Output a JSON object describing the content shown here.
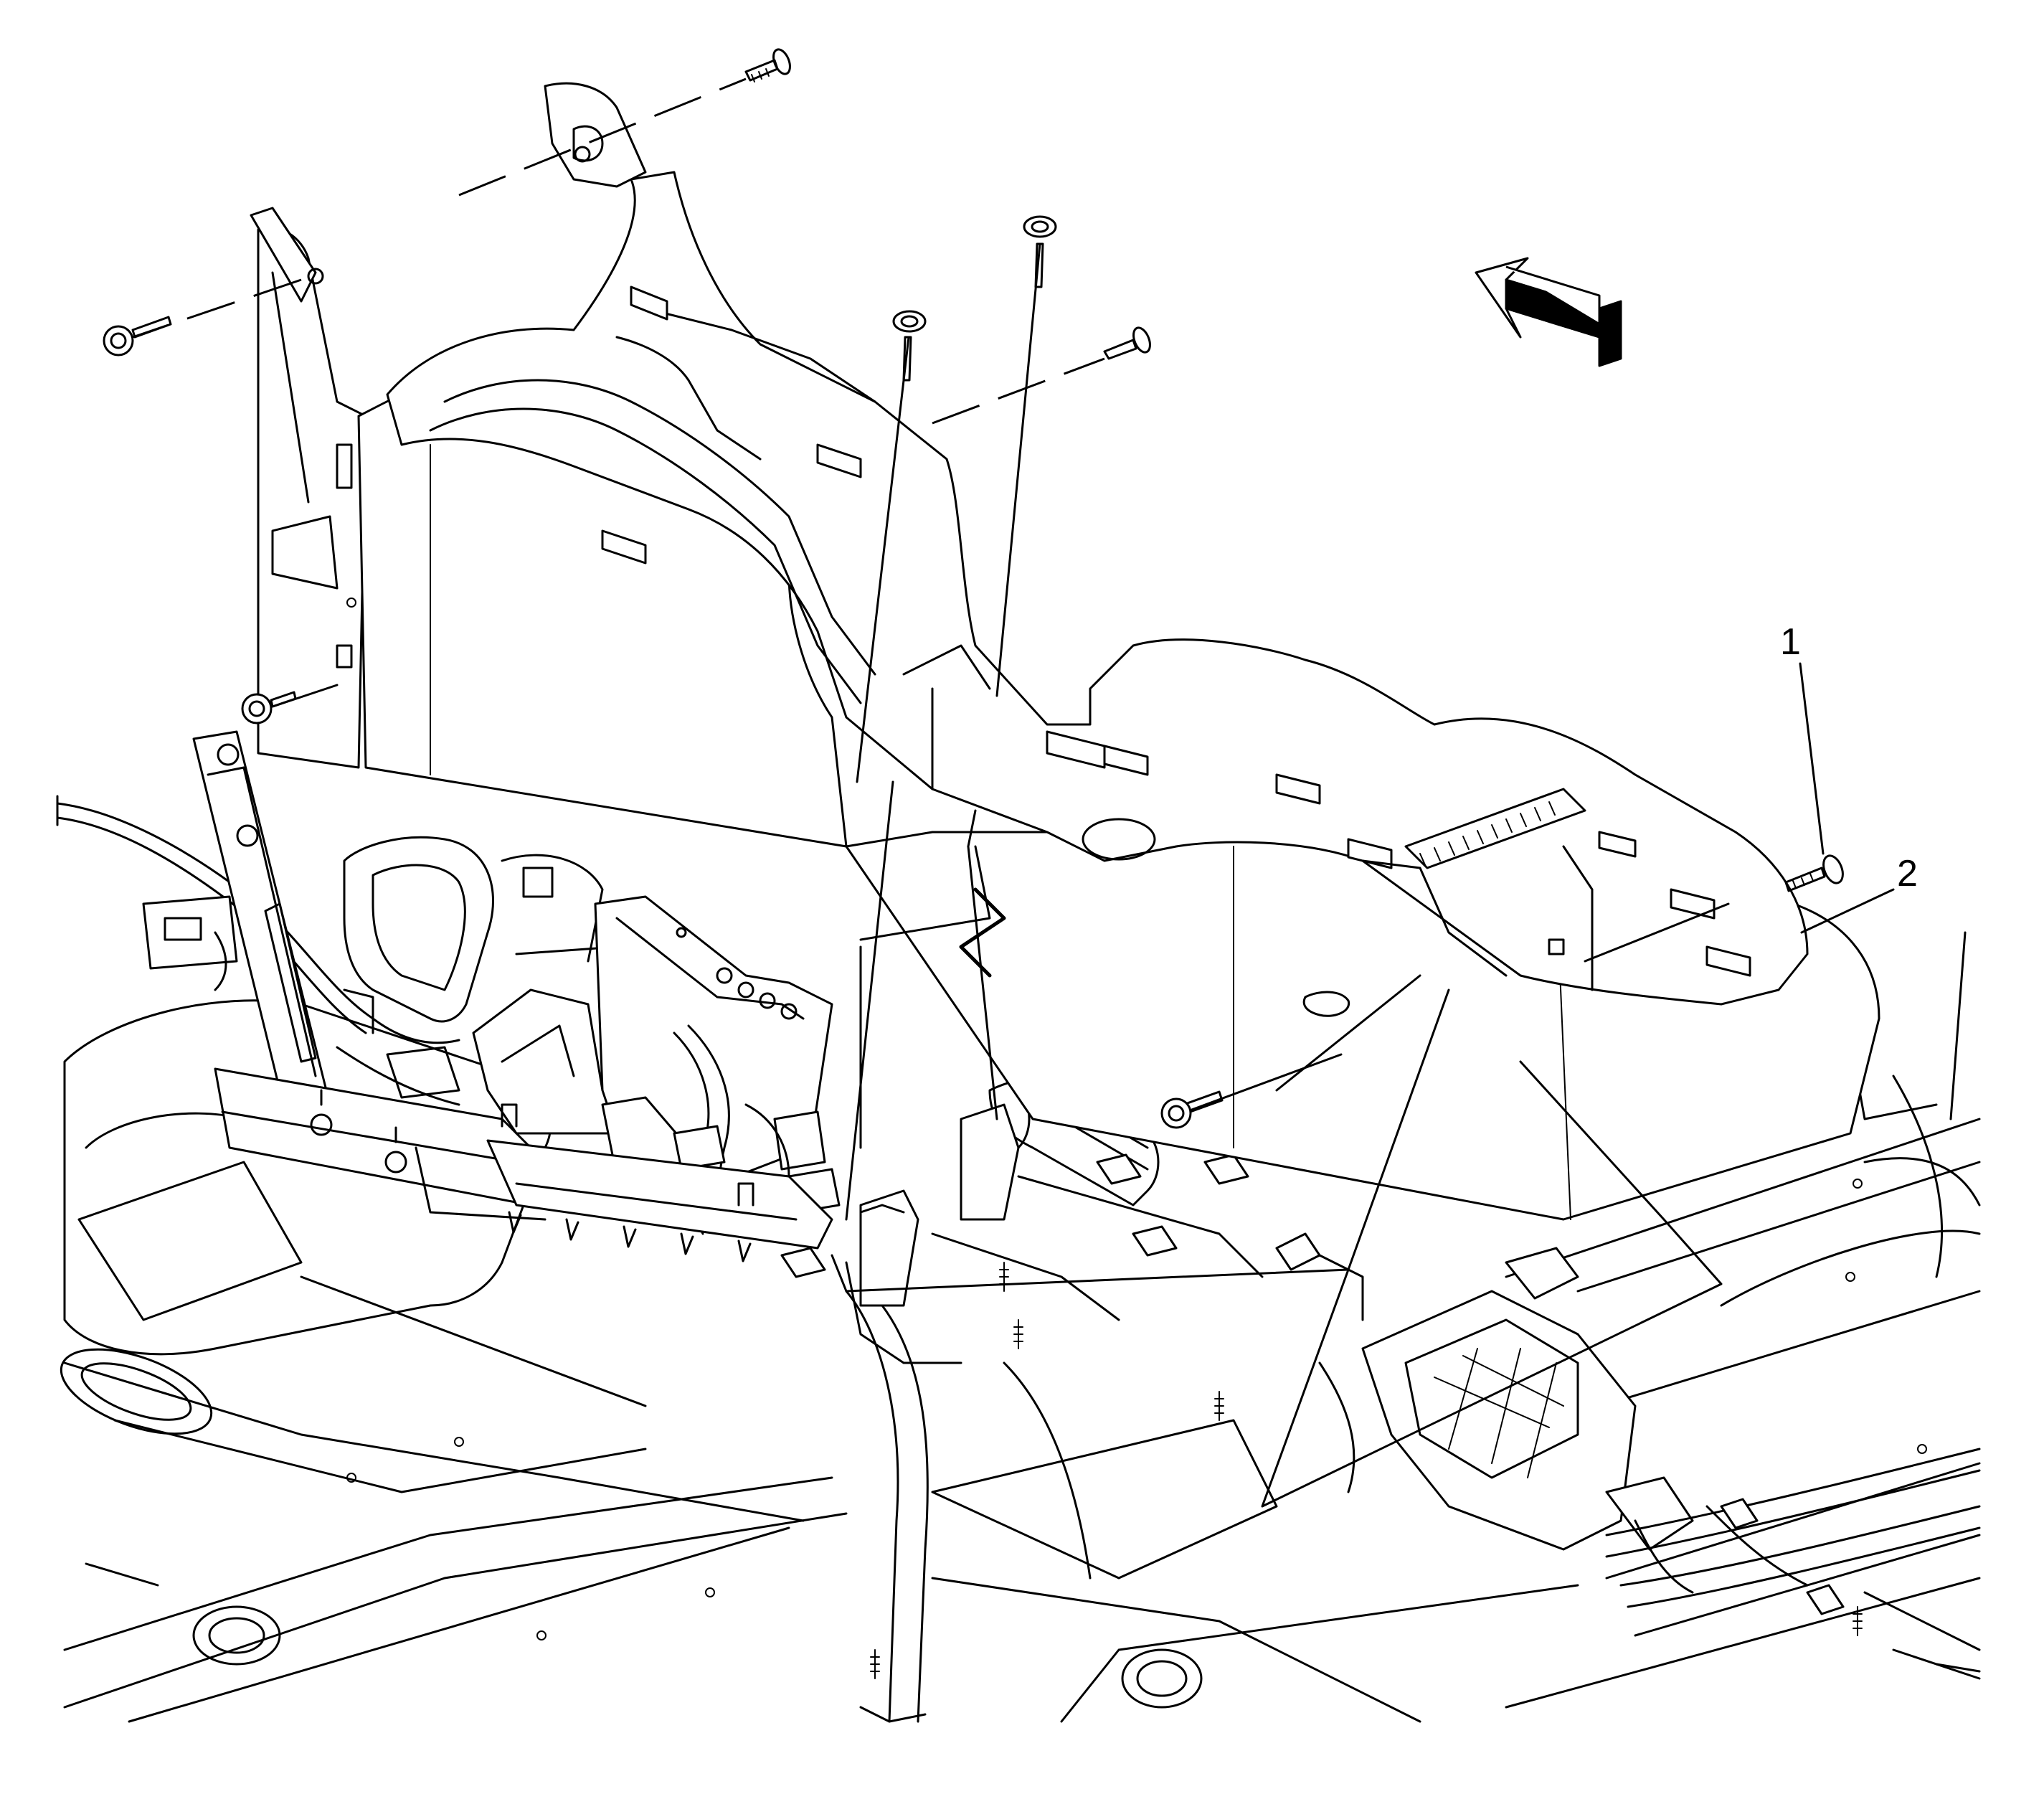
{
  "diagram": {
    "callouts": [
      {
        "id": "1",
        "label": "1"
      },
      {
        "id": "2",
        "label": "2"
      }
    ],
    "icons": {
      "direction_arrow": "front-direction-arrow-icon"
    },
    "colors": {
      "line": "#000000",
      "background": "#ffffff"
    }
  }
}
